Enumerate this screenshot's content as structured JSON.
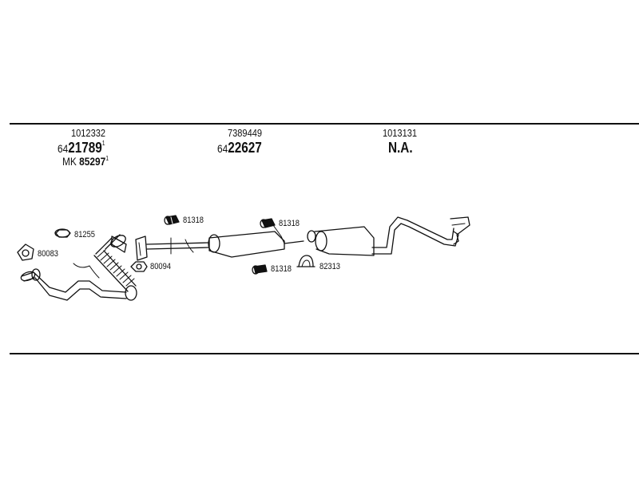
{
  "columns": [
    {
      "ref": "1012332",
      "number_prefix": "64",
      "number_main": "21789",
      "number_sup": "1",
      "mk_prefix": "MK",
      "mk_number": "85297",
      "mk_sup": "1"
    },
    {
      "ref": "7389449",
      "number_prefix": "64",
      "number_main": "22627"
    },
    {
      "ref": "1013131",
      "status": "N.A."
    }
  ],
  "parts": {
    "p81255": "81255",
    "p80083": "80083",
    "p80094": "80094",
    "p81318_a": "81318",
    "p81318_b": "81318",
    "p81318_c": "81318",
    "p82313": "82313"
  }
}
